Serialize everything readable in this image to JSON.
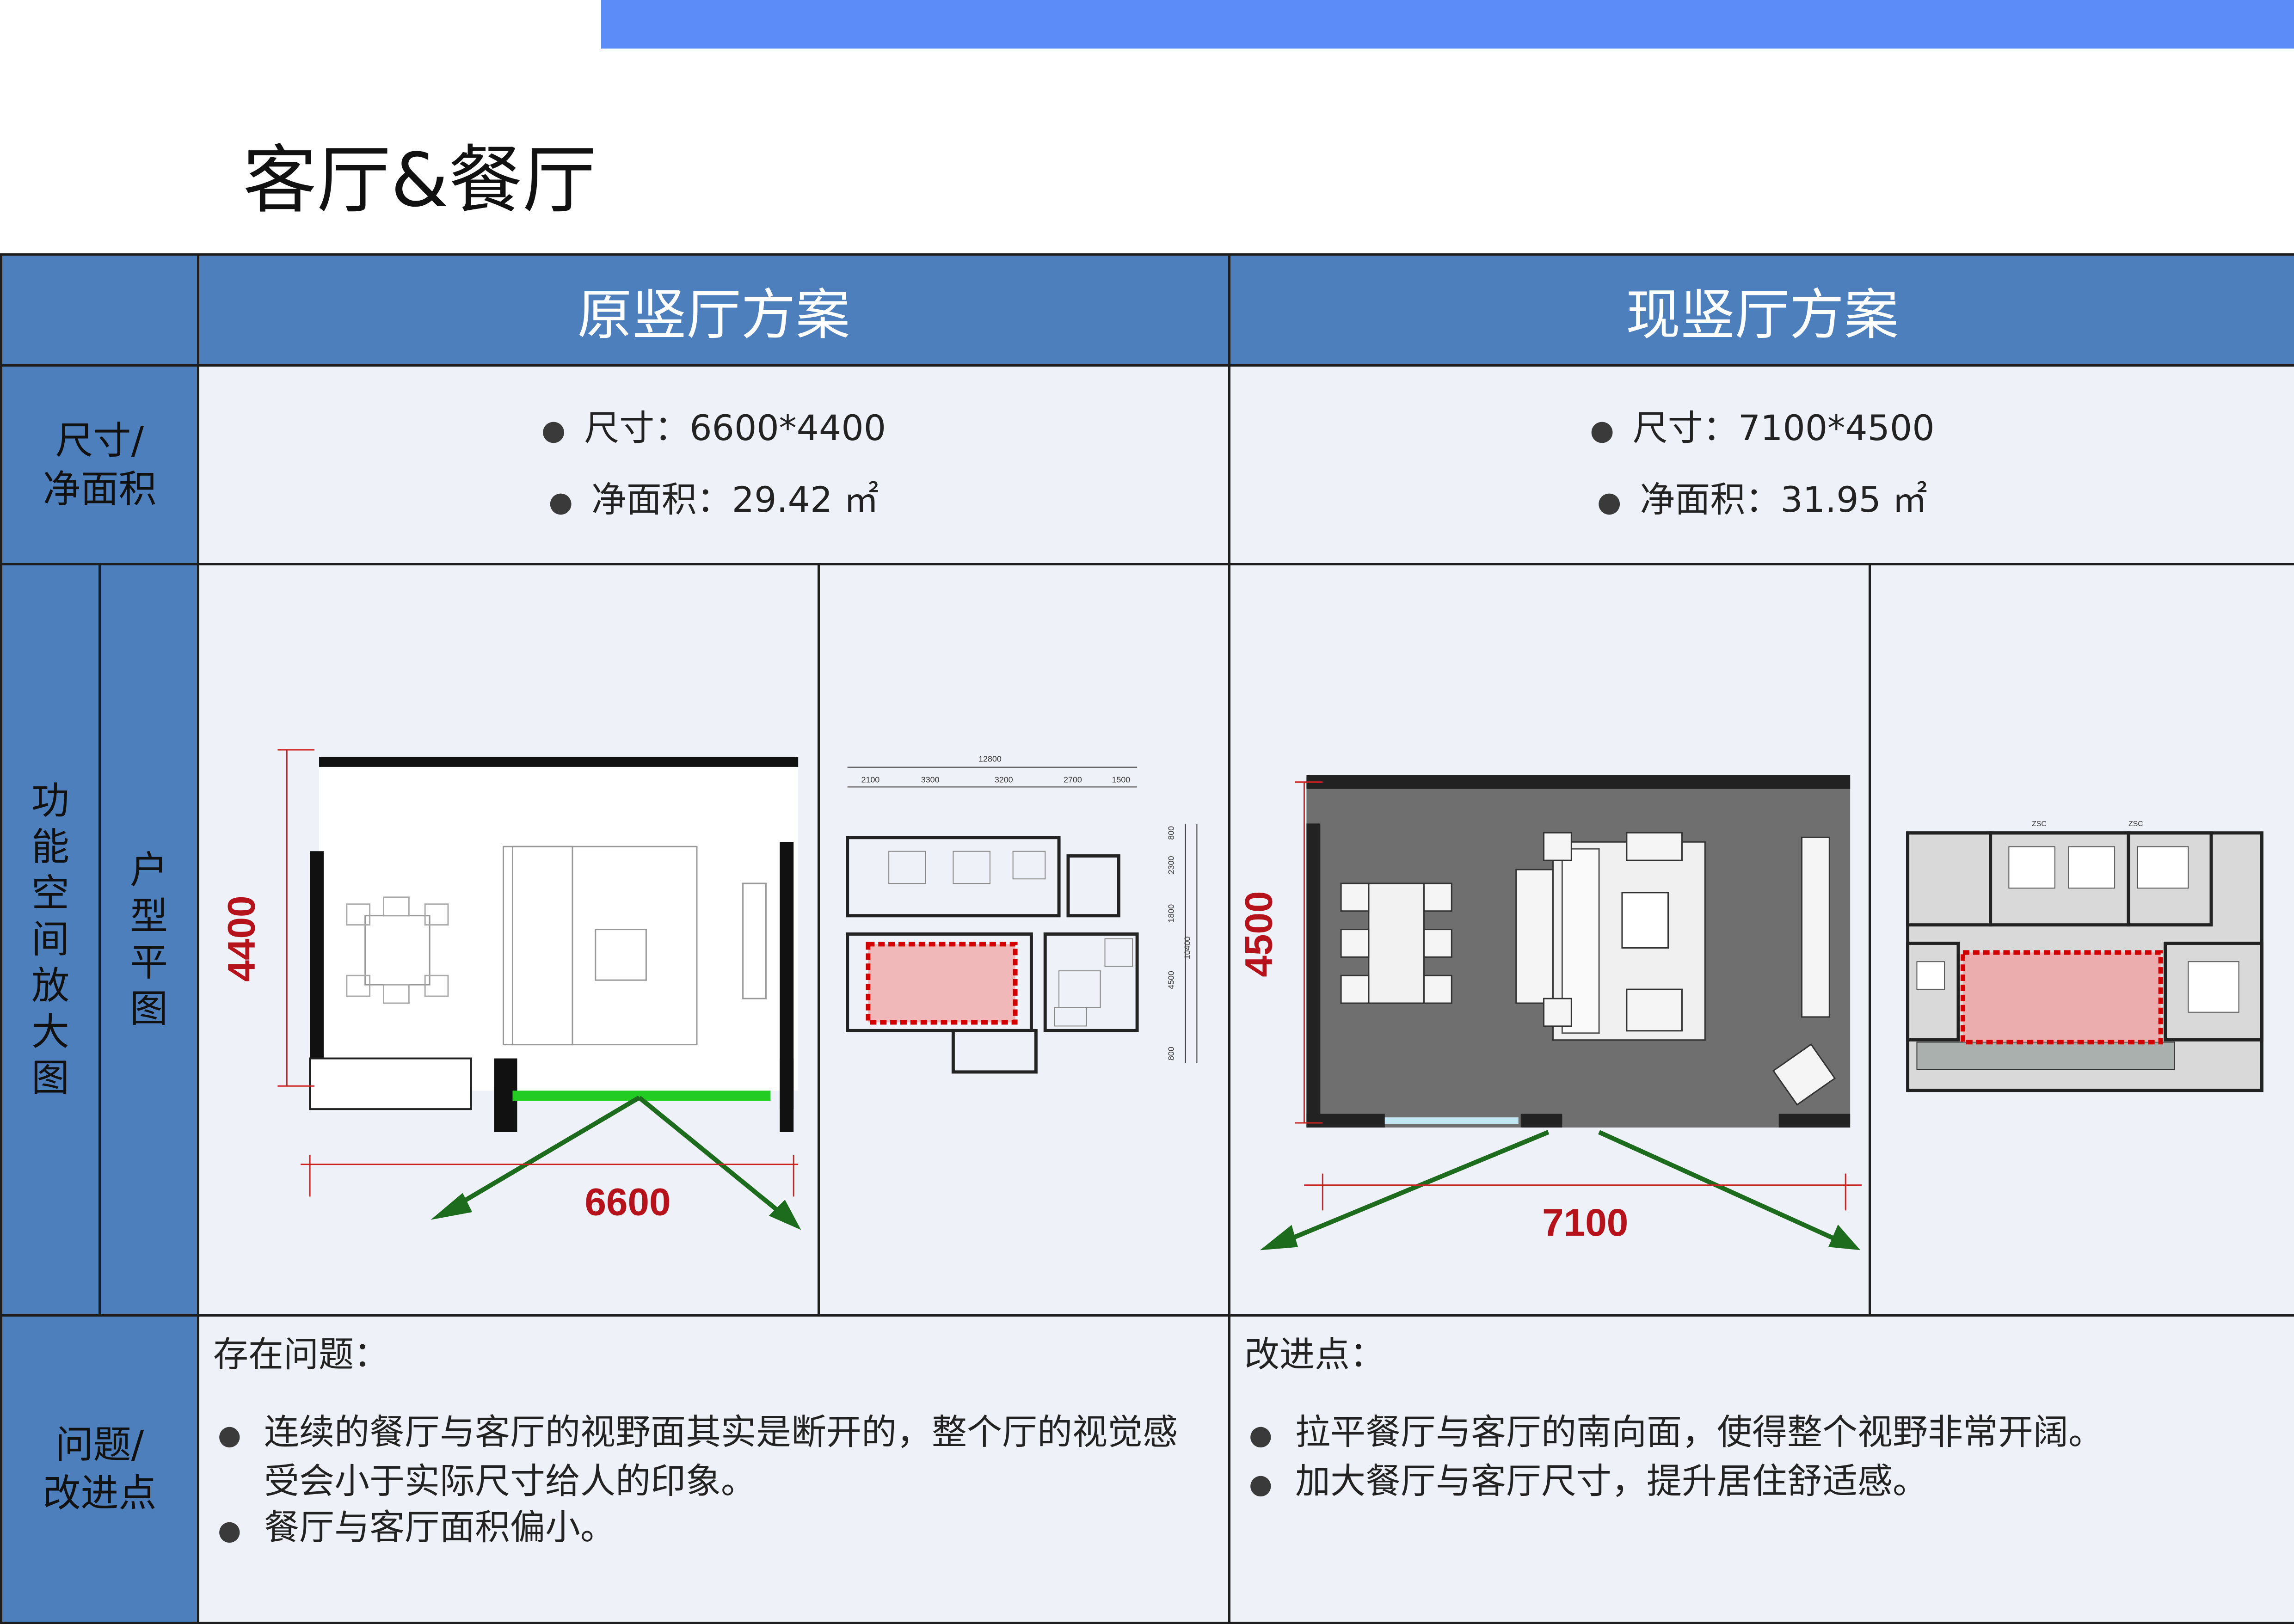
{
  "page": {
    "title": "客厅&餐厅"
  },
  "header": {
    "col_left": "原竖厅方案",
    "col_right": "现竖厅方案"
  },
  "rows": {
    "size_label": "尺寸/\n净面积",
    "enlarge_label_outer": [
      "功",
      "能",
      "空",
      "间",
      "放",
      "大",
      "图"
    ],
    "enlarge_label_inner": [
      "户",
      "型",
      "平",
      "图"
    ],
    "issues_label": "问题/\n改进点"
  },
  "left": {
    "size": "尺寸：6600*4400",
    "area": "净面积：29.42 ㎡",
    "dim_h": "4400",
    "dim_w": "6600",
    "mini_dims": [
      "12800",
      "2100",
      "3300",
      "3200",
      "2700",
      "1500",
      "800",
      "2300",
      "1800",
      "10400",
      "4500",
      "800"
    ],
    "issues_head": "存在问题：",
    "issues": [
      "连续的餐厅与客厅的视野面其实是断开的，整个厅的视觉感受会小于实际尺寸给人的印象。",
      "餐厅与客厅面积偏小。"
    ]
  },
  "right": {
    "size": "尺寸：7100*4500",
    "area": "净面积：31.95 ㎡",
    "dim_h": "4500",
    "dim_w": "7100",
    "mini_labels": [
      "ZSC",
      "ZSC"
    ],
    "improve_head": "改进点：",
    "improvements": [
      "拉平餐厅与客厅的南向面，使得整个视野非常开阔。",
      "加大餐厅与客厅尺寸，提升居住舒适感。"
    ]
  },
  "colors": {
    "accent": "#5b8cf7",
    "header": "#4e7fbd",
    "dim_red": "#b5121b",
    "view_green": "#1d6b1d",
    "highlight": "#e04040"
  }
}
